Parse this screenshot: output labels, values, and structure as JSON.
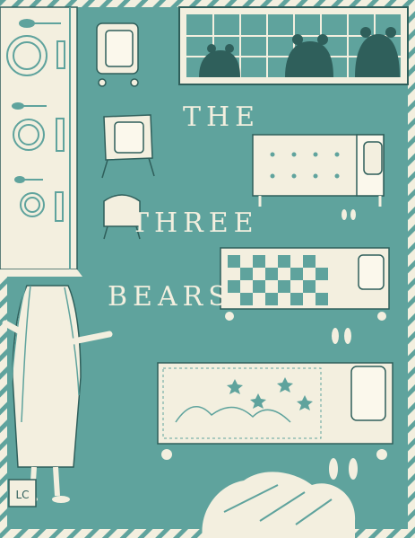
{
  "title": {
    "word1": "THE",
    "word2": "THREE",
    "word3": "BEARS"
  },
  "monogram": "LC",
  "colors": {
    "teal": "#5fa39d",
    "cream": "#f3efdf",
    "ink": "#2f5f5b",
    "paper": "#fbf8ec"
  }
}
